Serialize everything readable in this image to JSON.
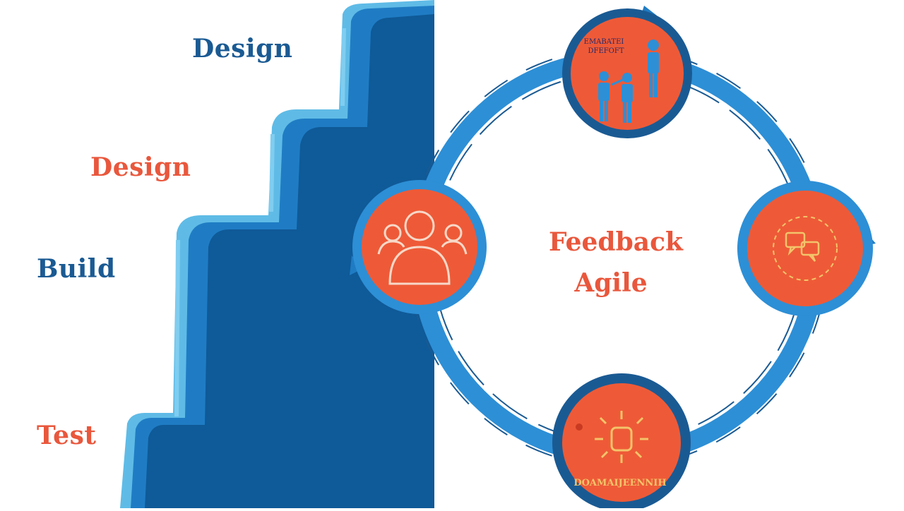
{
  "waterfall": {
    "steps": [
      {
        "label": "Design",
        "color": "#1a5a93"
      },
      {
        "label": "Design",
        "color": "#e9573c"
      },
      {
        "label": "Build",
        "color": "#1a5a93"
      },
      {
        "label": "Test",
        "color": "#e9573c"
      }
    ]
  },
  "agile": {
    "center_top": "Feedback",
    "center_bottom": "Agile",
    "top_node_text_1": "EMABATEI",
    "top_node_text_2": "DFEFOFT",
    "bottom_node_text": "DOAMAIJEENNIH",
    "nodes": [
      {
        "icon": "team-icon"
      },
      {
        "icon": "user-group-icon"
      },
      {
        "icon": "chat-icon"
      },
      {
        "icon": "idea-icon"
      }
    ]
  },
  "colors": {
    "dark_blue": "#0f5a98",
    "mid_blue": "#1f7cc4",
    "light_blue": "#5fbbe6",
    "ring_blue": "#2d8fd6",
    "orange": "#ee5a37",
    "label_blue": "#1a5a93",
    "label_orange": "#e9573c"
  }
}
